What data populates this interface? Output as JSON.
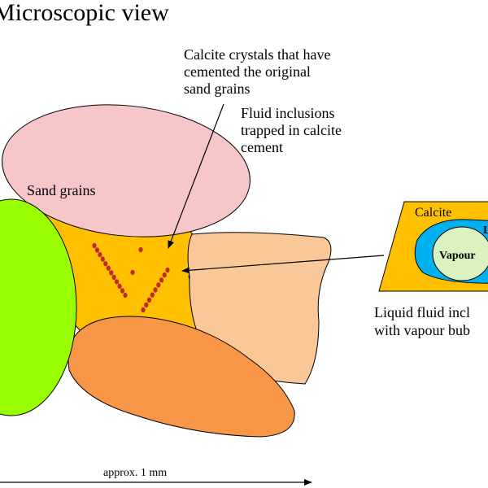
{
  "title": "Microscopic view",
  "labels": {
    "calcite_crystals": [
      "Calcite crystals that have",
      "cemented the original",
      "sand grains"
    ],
    "fluid_inclusions": [
      "Fluid inclusions",
      "trapped in calcite",
      "cement"
    ],
    "sand_grains": "Sand grains",
    "calcite_inset": "Calcite",
    "vapour": "Vapour",
    "inset_liquid_partial": "L",
    "liquid_caption": [
      "Liquid fluid incl",
      "with vapour bub"
    ],
    "scale": "approx. 1 mm"
  },
  "colors": {
    "cement": "#FFC000",
    "grain_pink": "#F7C6C9",
    "grain_green": "#99FF00",
    "grain_peach": "#FAC898",
    "grain_orange": "#F79646",
    "inclusion_dot": "#C0282D",
    "inset_liquid": "#00B0F0",
    "inset_vapour": "#D9F2BF"
  }
}
